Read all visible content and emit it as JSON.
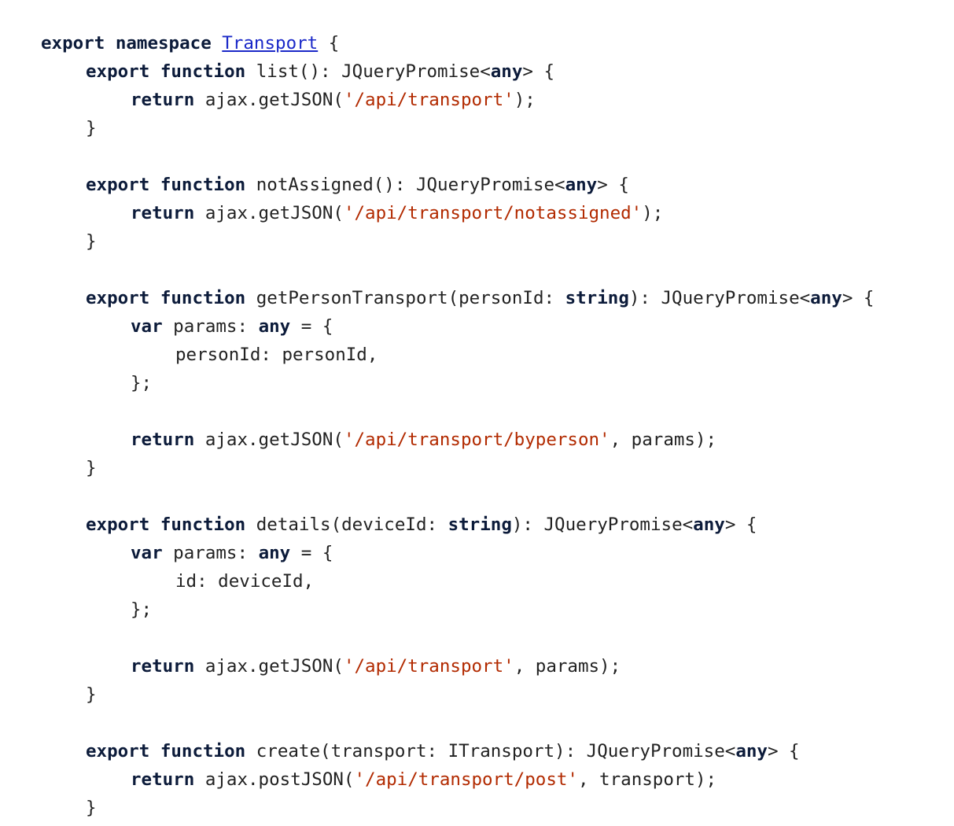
{
  "colors": {
    "keyword": "#0c1b3a",
    "string": "#b22a00",
    "link": "#1a28c8",
    "text": "#222222",
    "background": "#ffffff"
  },
  "code": {
    "line01": {
      "kw1": "export",
      "kw2": "namespace",
      "ns_link": "Transport",
      "rest": " {"
    },
    "line02": {
      "kw1": "export",
      "kw2": "function",
      "sig": " list(): JQueryPromise<",
      "type": "any",
      "end": "> {"
    },
    "line03": {
      "kw": "return",
      "call": " ajax.getJSON(",
      "url": "'/api/transport'",
      "end": ");"
    },
    "line04": {
      "brace": "}"
    },
    "line06": {
      "kw1": "export",
      "kw2": "function",
      "sig": " notAssigned(): JQueryPromise<",
      "type": "any",
      "end": "> {"
    },
    "line07": {
      "kw": "return",
      "call": " ajax.getJSON(",
      "url": "'/api/transport/notassigned'",
      "end": ");"
    },
    "line08": {
      "brace": "}"
    },
    "line10": {
      "kw1": "export",
      "kw2": "function",
      "sig": " getPersonTransport(personId: ",
      "param_type": "string",
      "mid": "): JQueryPromise<",
      "type": "any",
      "end": "> {"
    },
    "line11": {
      "kw": "var",
      "decl": " params: ",
      "type": "any",
      "end": " = {"
    },
    "line12": {
      "prop": "personId: personId,"
    },
    "line13": {
      "close": "};"
    },
    "line15": {
      "kw": "return",
      "call": " ajax.getJSON(",
      "url": "'/api/transport/byperson'",
      "end": ", params);"
    },
    "line16": {
      "brace": "}"
    },
    "line18": {
      "kw1": "export",
      "kw2": "function",
      "sig": " details(deviceId: ",
      "param_type": "string",
      "mid": "): JQueryPromise<",
      "type": "any",
      "end": "> {"
    },
    "line19": {
      "kw": "var",
      "decl": " params: ",
      "type": "any",
      "end": " = {"
    },
    "line20": {
      "prop": "id: deviceId,"
    },
    "line21": {
      "close": "};"
    },
    "line23": {
      "kw": "return",
      "call": " ajax.getJSON(",
      "url": "'/api/transport'",
      "end": ", params);"
    },
    "line24": {
      "brace": "}"
    },
    "line26": {
      "kw1": "export",
      "kw2": "function",
      "sig": " create(transport: ITransport): JQueryPromise<",
      "type": "any",
      "end": "> {"
    },
    "line27": {
      "kw": "return",
      "call": " ajax.postJSON(",
      "url": "'/api/transport/post'",
      "end": ", transport);"
    },
    "line28": {
      "brace": "}"
    }
  }
}
